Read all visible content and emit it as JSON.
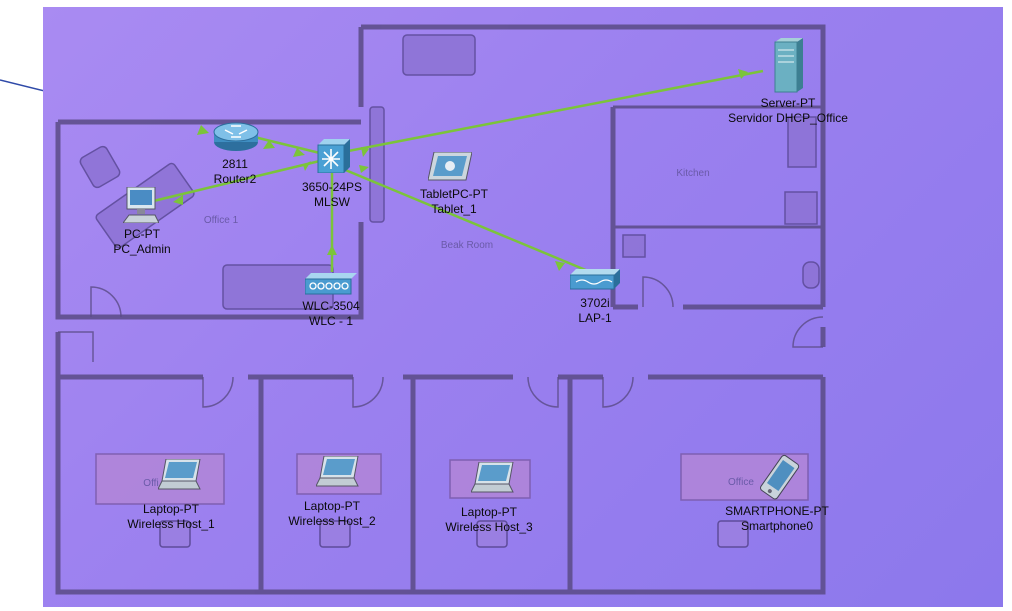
{
  "rooms": {
    "office1": "Office 1",
    "kitchen": "Kitchen",
    "break_room": "Beak Room",
    "office_a": "Offi",
    "office_b": "Office"
  },
  "devices": {
    "router": {
      "model": "2811",
      "name": "Router2"
    },
    "switch": {
      "model": "3650-24PS",
      "name": "MLSW"
    },
    "pc": {
      "model": "PC-PT",
      "name": "PC_Admin"
    },
    "wlc": {
      "model": "WLC-3504",
      "name": "WLC - 1"
    },
    "tablet": {
      "model": "TabletPC-PT",
      "name": "Tablet_1"
    },
    "server": {
      "model": "Server-PT",
      "name": "Servidor DHCP_Office"
    },
    "lap": {
      "model": "3702i",
      "name": "LAP-1"
    },
    "laptop1": {
      "model": "Laptop-PT",
      "name": "Wireless Host_1"
    },
    "laptop2": {
      "model": "Laptop-PT",
      "name": "Wireless Host_2"
    },
    "laptop3": {
      "model": "Laptop-PT",
      "name": "Wireless Host_3"
    },
    "phone": {
      "model": "SMARTPHONE-PT",
      "name": "Smartphone0"
    }
  },
  "colors": {
    "link": "#7bc43a",
    "serial": "#2f4aa8",
    "wall": "#5a4b86"
  }
}
